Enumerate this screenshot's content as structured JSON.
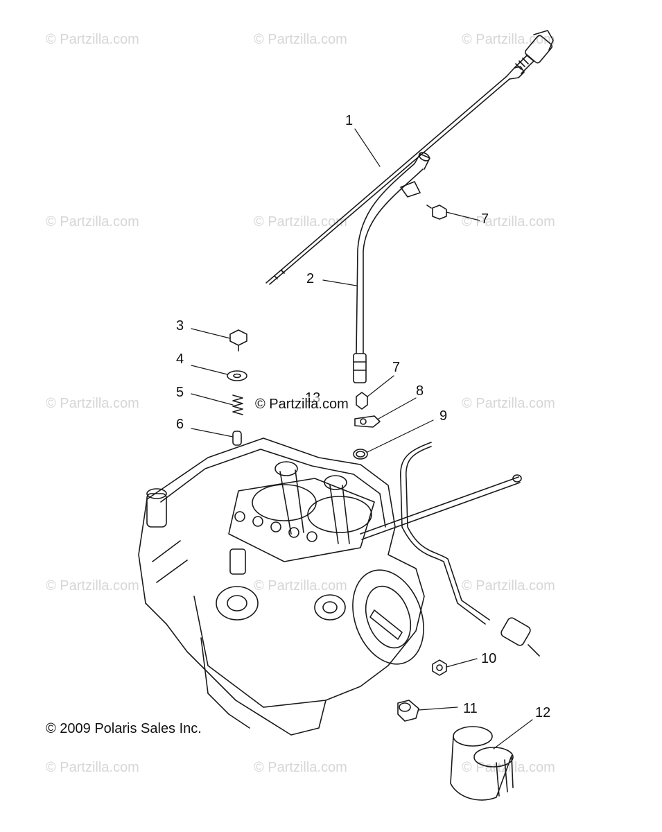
{
  "watermark_text": "© Partzilla.com",
  "center_watermark_text": "© Partzilla.com",
  "copyright_text": "© 2009 Polaris Sales Inc.",
  "callouts": {
    "c1": "1",
    "c2": "2",
    "c3": "3",
    "c4": "4",
    "c5": "5",
    "c6": "6",
    "c7a": "7",
    "c7b": "7",
    "c8": "8",
    "c9": "9",
    "c10": "10",
    "c11": "11",
    "c12": "12",
    "c13": "13"
  },
  "parts": [
    {
      "callout": "1",
      "name": "dipstick",
      "icon": "dipstick-icon"
    },
    {
      "callout": "2",
      "name": "dipstick-tube",
      "icon": "tube-icon"
    },
    {
      "callout": "3",
      "name": "drain-bolt",
      "icon": "bolt-icon"
    },
    {
      "callout": "4",
      "name": "washer",
      "icon": "washer-icon"
    },
    {
      "callout": "5",
      "name": "spring",
      "icon": "spring-icon"
    },
    {
      "callout": "6",
      "name": "dowel-pin",
      "icon": "pin-icon"
    },
    {
      "callout": "7",
      "name": "screw",
      "icon": "screw-icon"
    },
    {
      "callout": "8",
      "name": "bracket",
      "icon": "bracket-icon"
    },
    {
      "callout": "9",
      "name": "o-ring",
      "icon": "o-ring-icon"
    },
    {
      "callout": "10",
      "name": "nut",
      "icon": "nut-icon"
    },
    {
      "callout": "11",
      "name": "fitting",
      "icon": "fitting-icon"
    },
    {
      "callout": "12",
      "name": "oil-filter",
      "icon": "oil-filter-icon"
    },
    {
      "callout": "13",
      "name": "tube-clip",
      "icon": "clip-icon"
    }
  ]
}
